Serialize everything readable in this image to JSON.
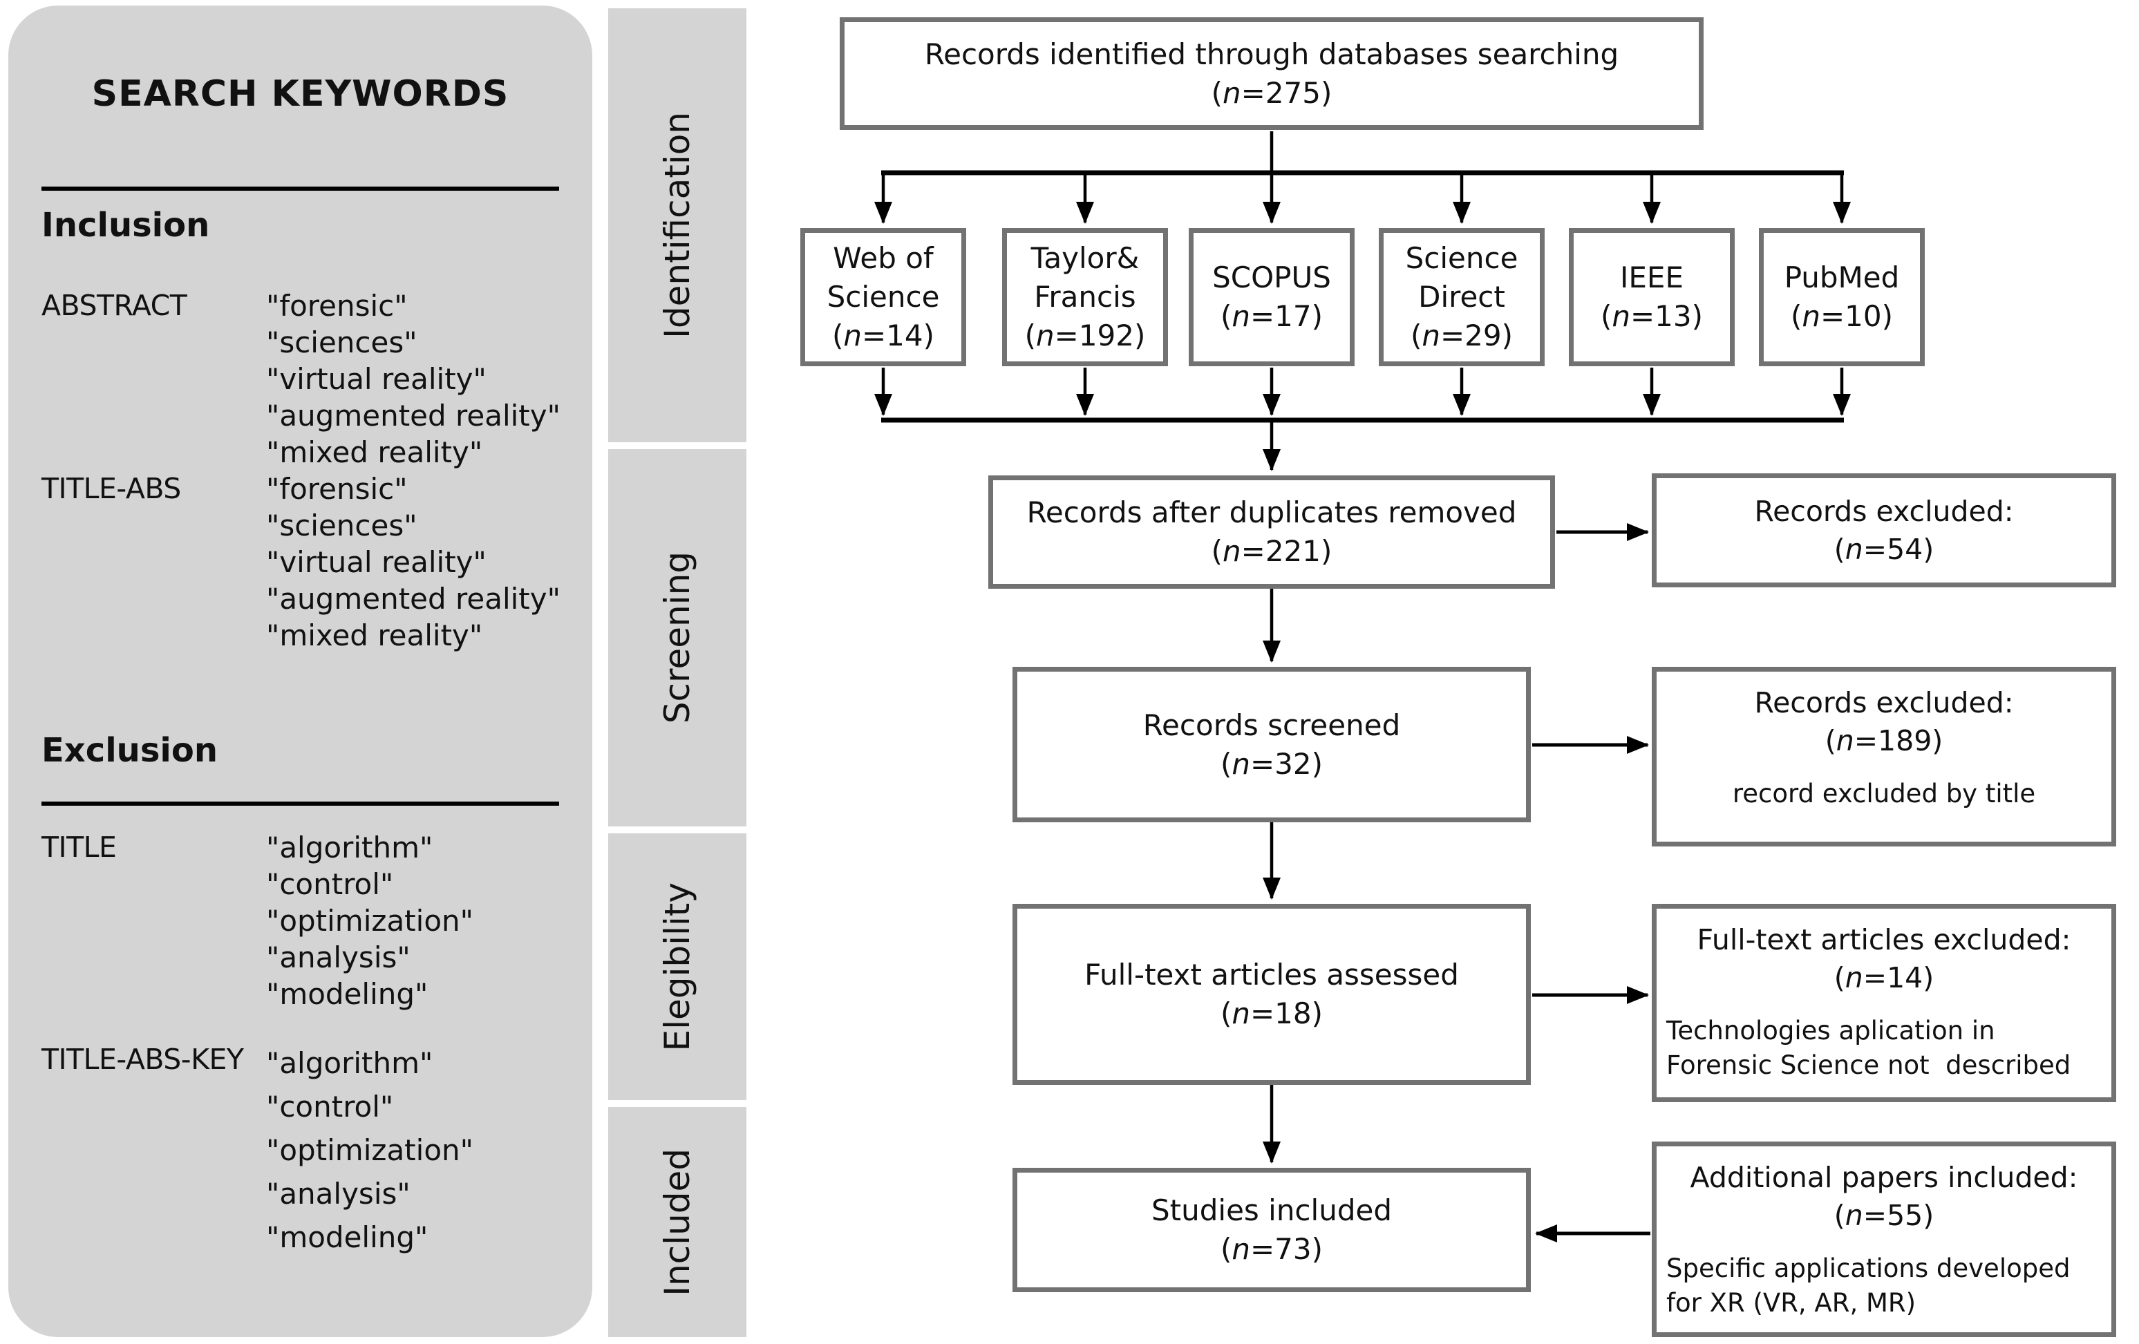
{
  "colors": {
    "panel_bg": "#d4d4d4",
    "box_border": "#727272",
    "line_color": "#000000",
    "text_color": "#111111"
  },
  "search_panel": {
    "title": "SEARCH KEYWORDS",
    "inclusion": {
      "heading": "Inclusion",
      "rows": [
        {
          "label": "ABSTRACT",
          "keywords": [
            "\"forensic\"",
            "\"sciences\"",
            "\"virtual reality\"",
            "\"augmented reality\"",
            "\"mixed reality\""
          ]
        },
        {
          "label": "TITLE-ABS",
          "keywords": [
            "\"forensic\"",
            "\"sciences\"",
            "\"virtual reality\"",
            "\"augmented reality\"",
            "\"mixed reality\""
          ]
        }
      ]
    },
    "exclusion": {
      "heading": "Exclusion",
      "rows": [
        {
          "label": "TITLE",
          "keywords": [
            "\"algorithm\"",
            "\"control\"",
            "\"optimization\"",
            "\"analysis\"",
            "\"modeling\""
          ]
        },
        {
          "label": "TITLE-ABS-KEY",
          "keywords": [
            "\"algorithm\"",
            "\"control\"",
            "\"optimization\"",
            "\"analysis\"",
            "\"modeling\""
          ]
        }
      ]
    }
  },
  "stages": {
    "identification": "Identification",
    "screening": "Screening",
    "eligibility": "Elegibility",
    "included": "Included"
  },
  "flowchart": {
    "records_identified": {
      "text": "Records identified through databases searching",
      "count": "(n=275)"
    },
    "databases": [
      {
        "name": [
          "Web of",
          "Science"
        ],
        "count": "(n=14)"
      },
      {
        "name": [
          "Taylor&",
          "Francis"
        ],
        "count": "(n=192)"
      },
      {
        "name": [
          "SCOPUS"
        ],
        "count": "(n=17)"
      },
      {
        "name": [
          "Science",
          "Direct"
        ],
        "count": "(n=29)"
      },
      {
        "name": [
          "IEEE"
        ],
        "count": "(n=13)"
      },
      {
        "name": [
          "PubMed"
        ],
        "count": "(n=10)"
      }
    ],
    "duplicates_removed": {
      "text": "Records after duplicates removed",
      "count": "(n=221)"
    },
    "records_excluded": {
      "text": "Records excluded:",
      "count": "(n=54)"
    },
    "records_screened": {
      "text": "Records screened",
      "count": "(n=32)"
    },
    "screened_excluded": {
      "text": "Records excluded:",
      "count": "(n=189)",
      "note": [
        "record excluded by title"
      ]
    },
    "fulltext_assessed": {
      "text": "Full-text articles assessed",
      "count": "(n=18)"
    },
    "fulltext_excluded": {
      "text": "Full-text articles excluded:",
      "count": "(n=14)",
      "note": [
        "Technologies aplication in",
        "Forensic Science not  described"
      ]
    },
    "studies_included": {
      "text": "Studies included",
      "count": "(n=73)"
    },
    "additional_included": {
      "text": "Additional papers included:",
      "count": "(n=55)",
      "note": [
        "Specific applications developed",
        "for XR (VR, AR, MR)"
      ]
    }
  }
}
